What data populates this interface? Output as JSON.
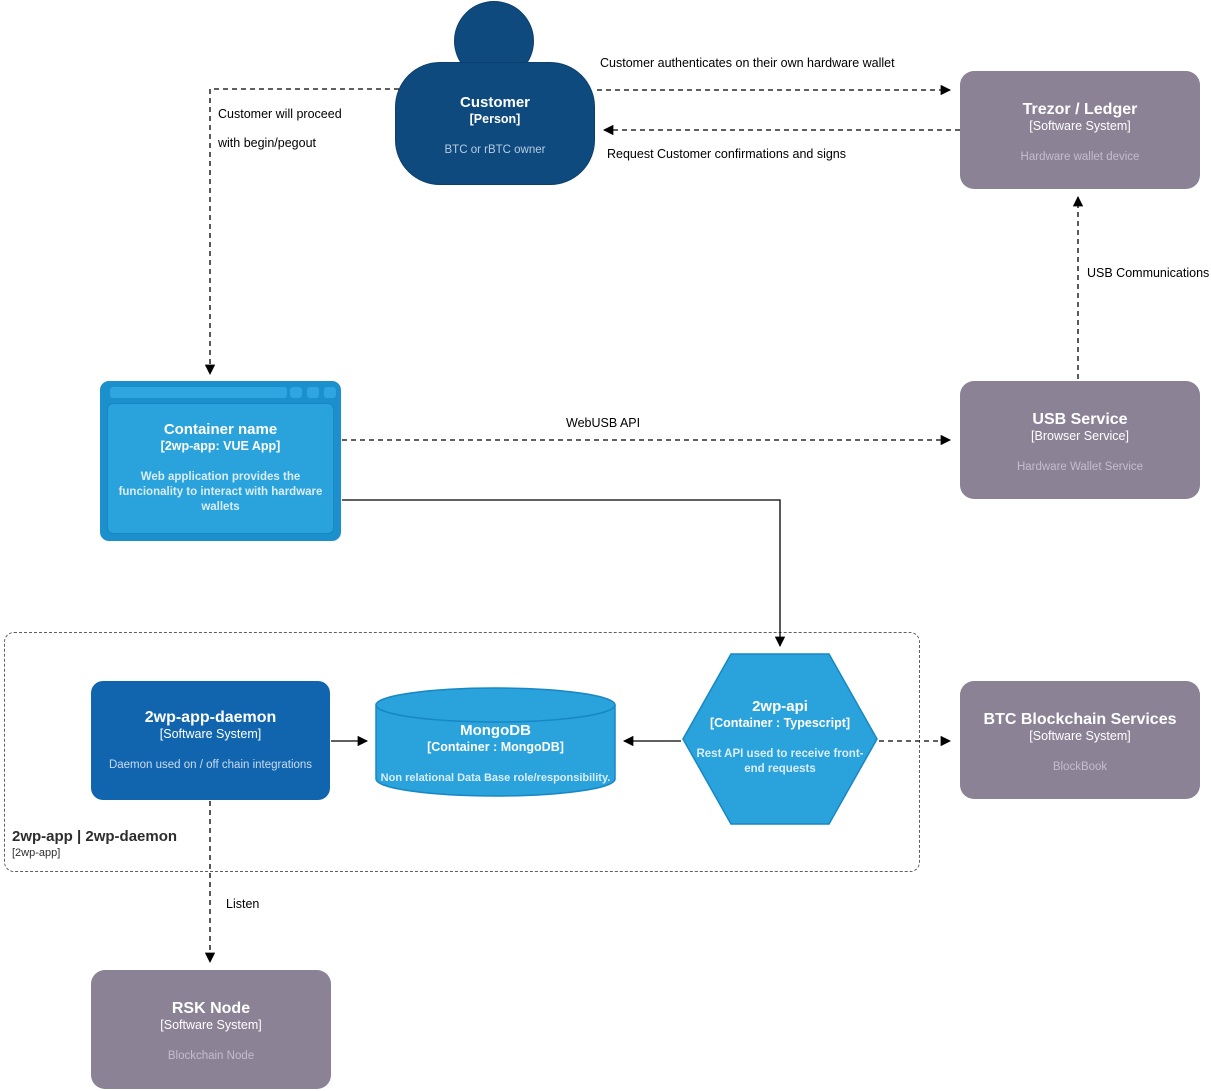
{
  "nodes": {
    "customer": {
      "title": "Customer",
      "subtitle": "[Person]",
      "description": "BTC or rBTC owner"
    },
    "trezor": {
      "title": "Trezor / Ledger",
      "subtitle": "[Software System]",
      "description": "Hardware wallet device"
    },
    "webapp": {
      "title": "Container name",
      "subtitle": "[2wp-app: VUE App]",
      "description": "Web application provides the funcionality to interact with hardware wallets"
    },
    "usb_service": {
      "title": "USB Service",
      "subtitle": "[Browser Service]",
      "description": "Hardware Wallet Service"
    },
    "daemon": {
      "title": "2wp-app-daemon",
      "subtitle": "[Software System]",
      "description": "Daemon used on / off chain integrations"
    },
    "mongodb": {
      "title": "MongoDB",
      "subtitle": "[Container : MongoDB]",
      "description": "Non relational Data Base role/responsibility."
    },
    "api": {
      "title": "2wp-api",
      "subtitle": "[Container : Typescript]",
      "description": "Rest API used to receive front-end requests"
    },
    "btc": {
      "title": "BTC Blockchain Services",
      "subtitle": "[Software System]",
      "description": "BlockBook"
    },
    "rsk": {
      "title": "RSK Node",
      "subtitle": "[Software System]",
      "description": "Blockchain Node"
    }
  },
  "boundary": {
    "title": "2wp-app | 2wp-daemon",
    "subtitle": "[2wp-app]"
  },
  "edges": {
    "auth": {
      "label": "Customer authenticates on their own hardware wallet"
    },
    "confirm": {
      "label": "Request Customer confirmations and signs"
    },
    "proceed": {
      "label_line1": "Customer will proceed",
      "label_line2": "with begin/pegout"
    },
    "webusb": {
      "label": "WebUSB API"
    },
    "usb_comm": {
      "label": "USB Communications"
    },
    "listen": {
      "label": "Listen"
    }
  },
  "colors": {
    "person": "#0e4a7e",
    "external_system": "#8b8296",
    "container_blue": "#2aa2db",
    "daemon_blue": "#1165af",
    "browser_frame": "#1b90cc",
    "shape_stroke": "#1787c5"
  }
}
